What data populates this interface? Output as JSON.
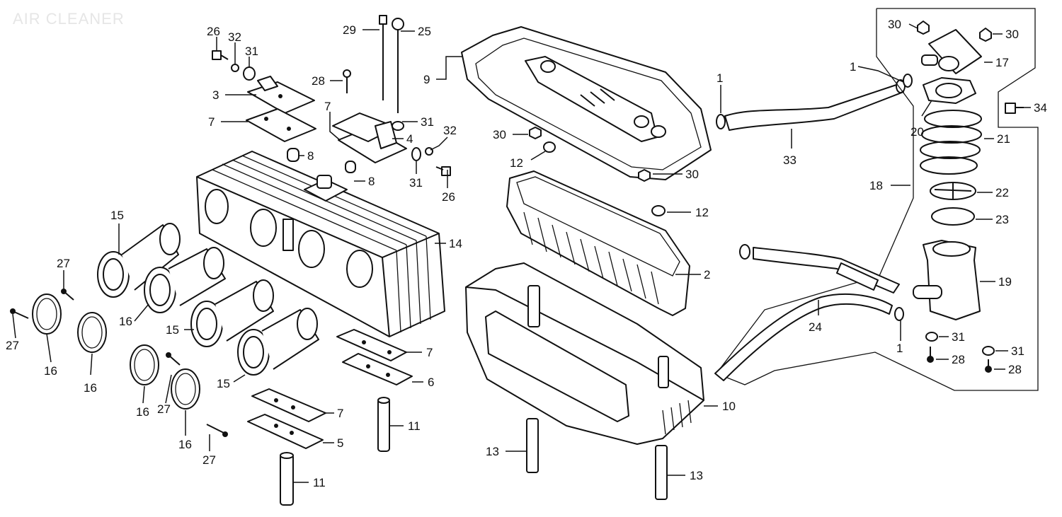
{
  "title": "AIR CLEANER",
  "callouts": [
    "1",
    "2",
    "3",
    "4",
    "5",
    "6",
    "7",
    "8",
    "9",
    "10",
    "11",
    "12",
    "13",
    "14",
    "15",
    "16",
    "17",
    "18",
    "19",
    "20",
    "21",
    "22",
    "23",
    "24",
    "25",
    "26",
    "27",
    "28",
    "29",
    "30",
    "31",
    "32",
    "33",
    "34"
  ],
  "labels": [
    {
      "id": "l26a",
      "text": "26"
    },
    {
      "id": "l32a",
      "text": "32"
    },
    {
      "id": "l31a",
      "text": "31"
    },
    {
      "id": "l3",
      "text": "3"
    },
    {
      "id": "l7a",
      "text": "7"
    },
    {
      "id": "l8a",
      "text": "8"
    },
    {
      "id": "l29",
      "text": "29"
    },
    {
      "id": "l25",
      "text": "25"
    },
    {
      "id": "l28a",
      "text": "28"
    },
    {
      "id": "l7b",
      "text": "7"
    },
    {
      "id": "l31b",
      "text": "31"
    },
    {
      "id": "l4",
      "text": "4"
    },
    {
      "id": "l32b",
      "text": "32"
    },
    {
      "id": "l8b",
      "text": "8"
    },
    {
      "id": "l31c",
      "text": "31"
    },
    {
      "id": "l26b",
      "text": "26"
    },
    {
      "id": "l9",
      "text": "9"
    },
    {
      "id": "l30a",
      "text": "30"
    },
    {
      "id": "l12a",
      "text": "12"
    },
    {
      "id": "l30b",
      "text": "30"
    },
    {
      "id": "l12b",
      "text": "12"
    },
    {
      "id": "l2",
      "text": "2"
    },
    {
      "id": "l14",
      "text": "14"
    },
    {
      "id": "l15a",
      "text": "15"
    },
    {
      "id": "l16a",
      "text": "16"
    },
    {
      "id": "l15b",
      "text": "15"
    },
    {
      "id": "l15c",
      "text": "15"
    },
    {
      "id": "l27a",
      "text": "27"
    },
    {
      "id": "l27b",
      "text": "27"
    },
    {
      "id": "l16b",
      "text": "16"
    },
    {
      "id": "l16c",
      "text": "16"
    },
    {
      "id": "l16d",
      "text": "16"
    },
    {
      "id": "l27c",
      "text": "27"
    },
    {
      "id": "l16e",
      "text": "16"
    },
    {
      "id": "l27d",
      "text": "27"
    },
    {
      "id": "l7c",
      "text": "7"
    },
    {
      "id": "l6",
      "text": "6"
    },
    {
      "id": "l7d",
      "text": "7"
    },
    {
      "id": "l5",
      "text": "5"
    },
    {
      "id": "l11a",
      "text": "11"
    },
    {
      "id": "l11b",
      "text": "11"
    },
    {
      "id": "l10",
      "text": "10"
    },
    {
      "id": "l13a",
      "text": "13"
    },
    {
      "id": "l13b",
      "text": "13"
    },
    {
      "id": "l1a",
      "text": "1"
    },
    {
      "id": "l33",
      "text": "33"
    },
    {
      "id": "l1b",
      "text": "1"
    },
    {
      "id": "l24",
      "text": "24"
    },
    {
      "id": "l1c",
      "text": "1"
    },
    {
      "id": "l30c",
      "text": "30"
    },
    {
      "id": "l30d",
      "text": "30"
    },
    {
      "id": "l17",
      "text": "17"
    },
    {
      "id": "l34",
      "text": "34"
    },
    {
      "id": "l20",
      "text": "20"
    },
    {
      "id": "l21",
      "text": "21"
    },
    {
      "id": "l18",
      "text": "18"
    },
    {
      "id": "l22",
      "text": "22"
    },
    {
      "id": "l23",
      "text": "23"
    },
    {
      "id": "l19",
      "text": "19"
    },
    {
      "id": "l31d",
      "text": "31"
    },
    {
      "id": "l28b",
      "text": "28"
    },
    {
      "id": "l31e",
      "text": "31"
    },
    {
      "id": "l28c",
      "text": "28"
    }
  ]
}
